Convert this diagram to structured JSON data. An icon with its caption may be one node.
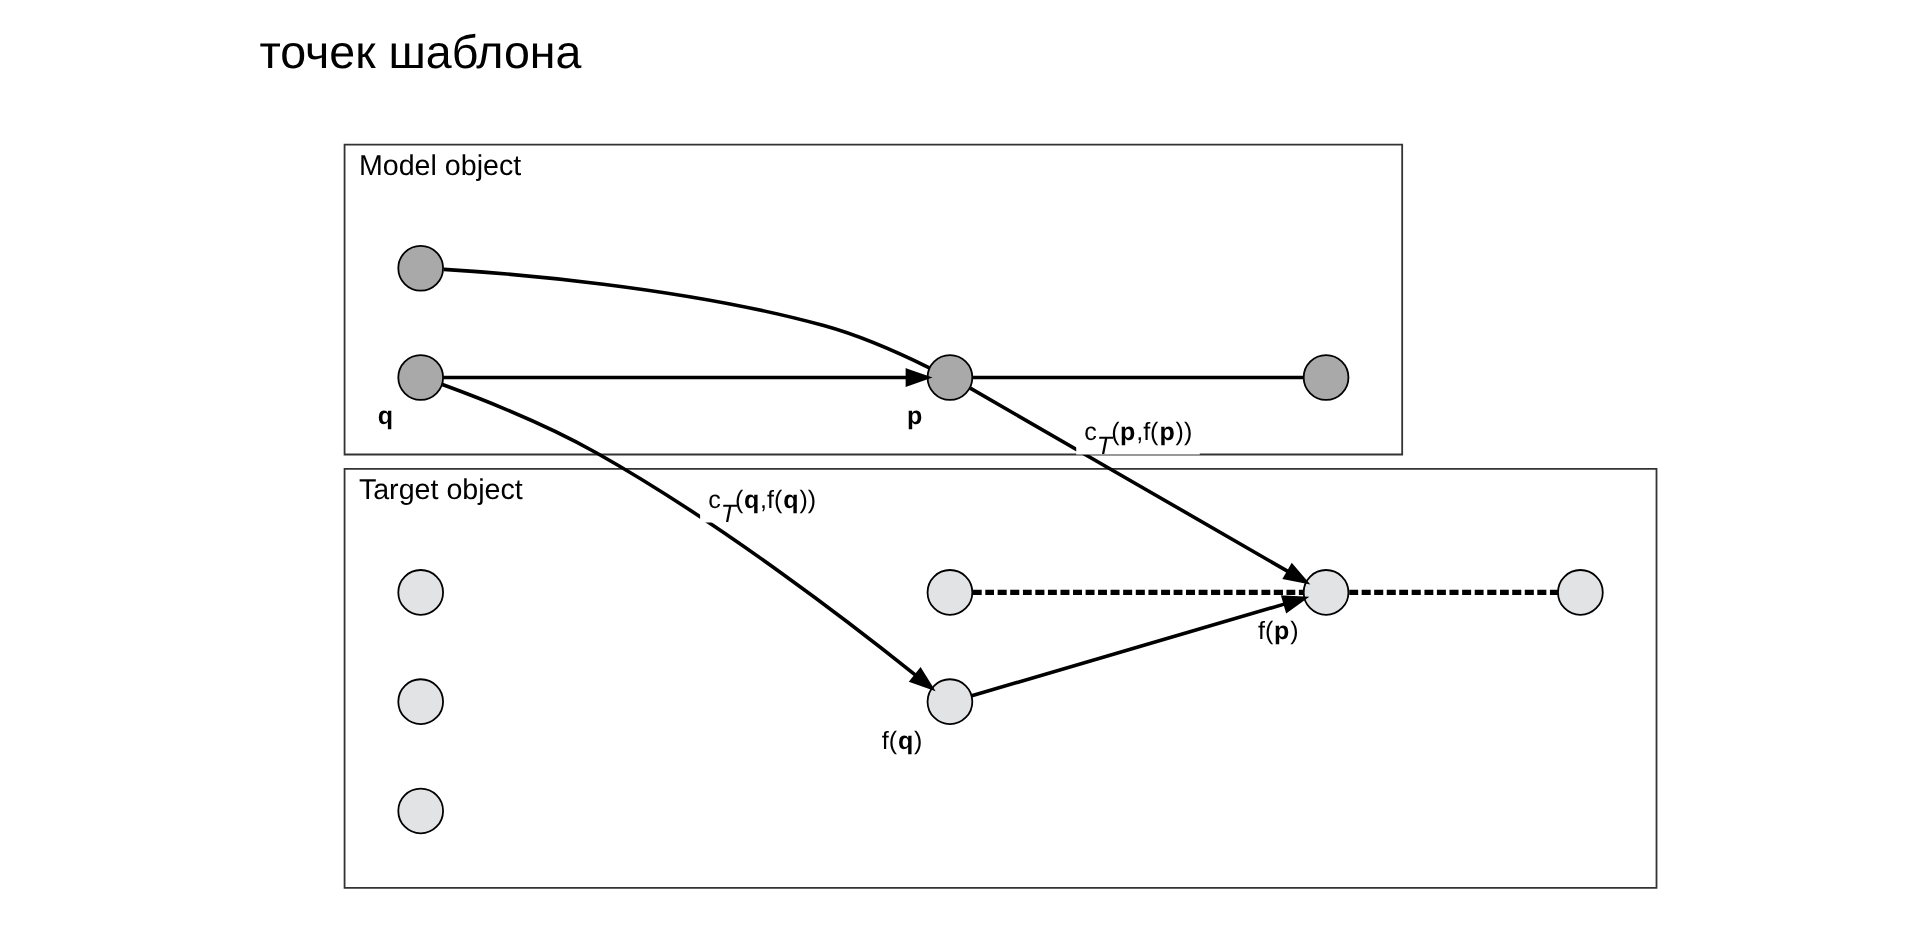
{
  "diagram": {
    "nodes": [
      {
        "text": [
          "Model object"
        ]
      },
      {
        "text": [],
        "shape": "circle",
        "in": 0
      },
      {
        "text": [],
        "shape": "circle",
        "in": 0,
        "beside": [
          "p"
        ]
      },
      {
        "text": [],
        "shape": "circle",
        "in": 0,
        "beside": [
          "q"
        ]
      },
      {
        "text": [],
        "shape": "circle",
        "in": 0
      },
      {
        "text": [
          "Target object"
        ]
      },
      {
        "text": [],
        "shape": "circle",
        "in": 5
      },
      {
        "text": [],
        "shape": "circle",
        "in": 5
      },
      {
        "text": [],
        "shape": "circle",
        "in": 5
      },
      {
        "text": [],
        "shape": "circle",
        "in": 5,
        "beside": [
          "f(**p**)"
        ]
      },
      {
        "text": [],
        "shape": "circle",
        "in": 5
      },
      {
        "text": [],
        "shape": "circle",
        "in": 5
      },
      {
        "text": [],
        "shape": "circle",
        "in": 5,
        "beside": [
          "f(**q**)"
        ]
      }
    ],
    "edges": [
      {
        "from": 1,
        "to": 2,
        "arrow": "none"
      },
      {
        "from": 2,
        "to": 4,
        "arrow": "none"
      },
      {
        "from": 3,
        "to": 2,
        "arrow": "to"
      },
      {
        "from": 2,
        "to": 9,
        "arrow": "to",
        "label": "c$_{T}$(**p**,f(**p**))"
      },
      {
        "from": 3,
        "to": 12,
        "arrow": "to",
        "label": "c$_{T}$(**q**,f(**q**))"
      },
      {
        "from": 12,
        "to": 9,
        "arrow": "to"
      },
      {
        "from": 8,
        "to": 9,
        "arrow": "none",
        "style": "dashed"
      },
      {
        "from": 9,
        "to": 10,
        "arrow": "none",
        "style": "dashed"
      }
    ],
    "labels": [
      "точек шаблона"
    ]
  }
}
